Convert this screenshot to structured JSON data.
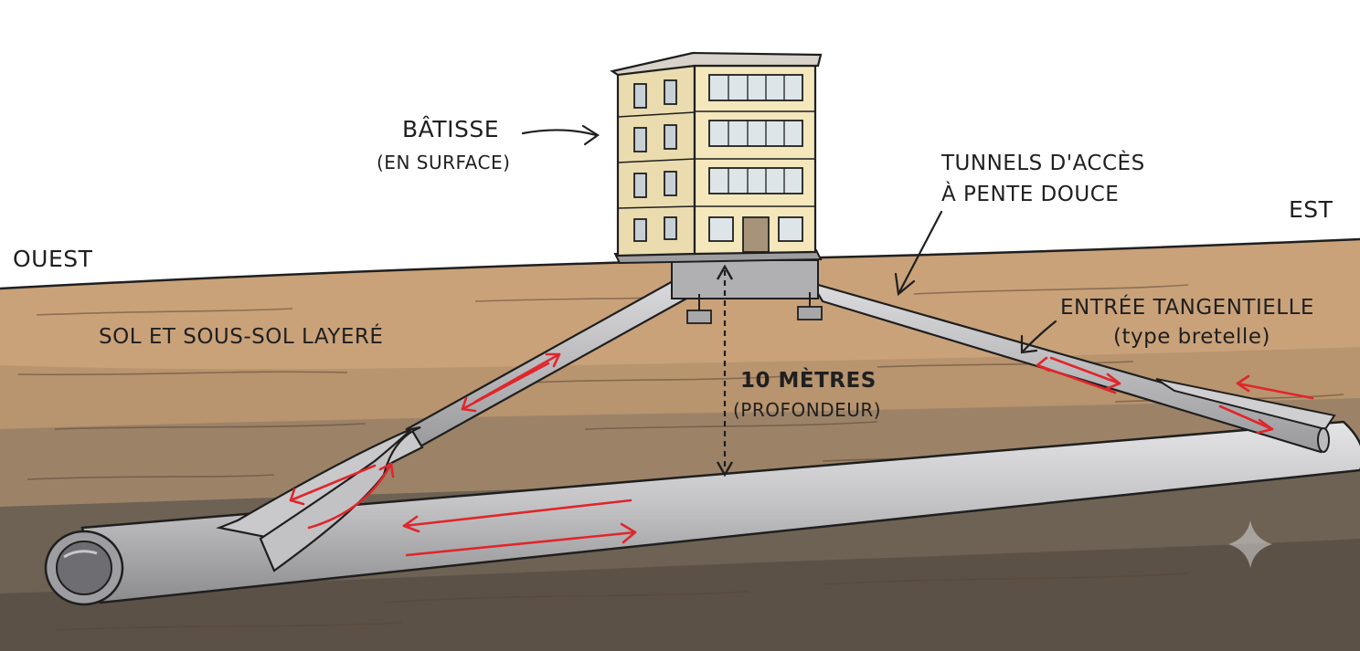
{
  "labels": {
    "west": "OUEST",
    "east": "EST",
    "building_title": "BÂTISSE",
    "building_sub": "(EN SURFACE)",
    "access_line1": "TUNNELS D'ACCÈS",
    "access_line2": "À PENTE DOUCE",
    "soil": "SOL ET SOUS-SOL LAYERÉ",
    "depth_value": "10 MÈTRES",
    "depth_sub": "(PROFONDEUR)",
    "entry_title": "ENTRÉE TANGENTIELLE",
    "entry_sub": "(type bretelle)"
  },
  "colors": {
    "sky": "#ffffff",
    "topsoil": "#c9a27a",
    "subsoil": "#a48a6e",
    "deep_soil": "#6b5f52",
    "tunnel": "#b9b9bb",
    "building": "#f0e3b6",
    "arrows": "#e0262b",
    "ink": "#1f1f1f"
  },
  "icons": {
    "sparkle": "four-point-star-icon"
  }
}
